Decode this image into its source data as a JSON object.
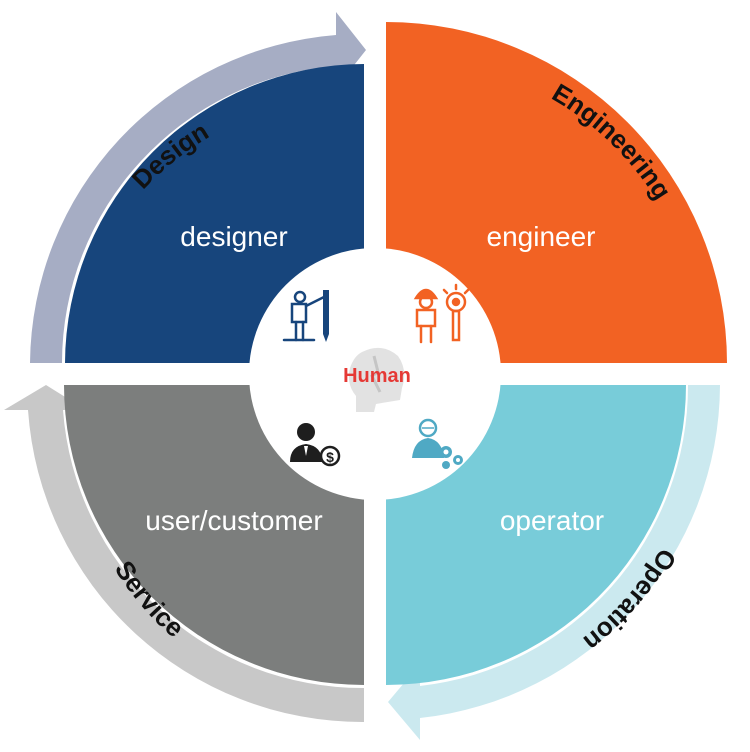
{
  "center": {
    "label": "Human",
    "label_color": "#e53935"
  },
  "quadrants": [
    {
      "name": "designer",
      "label": "designer",
      "color": "#17457c",
      "icon": "designer-icon"
    },
    {
      "name": "engineer",
      "label": "engineer",
      "color": "#f26223",
      "icon": "engineer-icon"
    },
    {
      "name": "operator",
      "label": "operator",
      "color": "#78ccd9",
      "icon": "operator-icon"
    },
    {
      "name": "user-customer",
      "label": "user/customer",
      "color": "#7c7e7d",
      "icon": "customer-icon"
    }
  ],
  "arrows": [
    {
      "name": "design",
      "label": "Design",
      "color": "#a6adc4"
    },
    {
      "name": "engineering",
      "label": "Engineering",
      "color": "#f7bca6"
    },
    {
      "name": "operation",
      "label": "Operation",
      "color": "#cbe9ef"
    },
    {
      "name": "service",
      "label": "Service",
      "color": "#c8c8c8"
    }
  ]
}
